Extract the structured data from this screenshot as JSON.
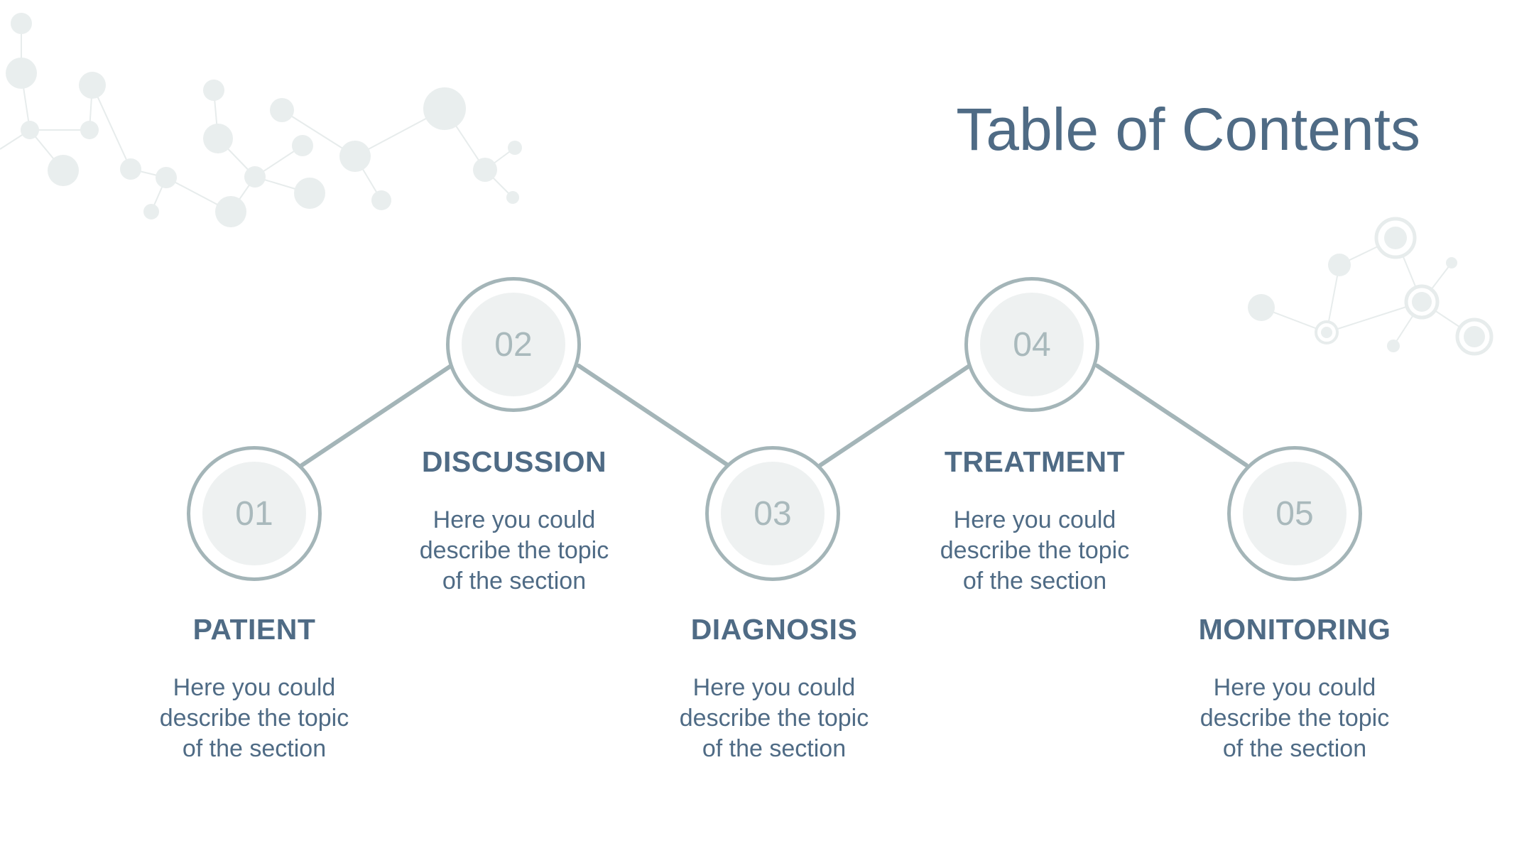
{
  "slide": {
    "title": "Table of Contents",
    "sections": [
      {
        "number": "01",
        "heading": "PATIENT",
        "description": "Here you could describe the topic of the section"
      },
      {
        "number": "02",
        "heading": "DISCUSSION",
        "description": "Here you could describe the topic of the section"
      },
      {
        "number": "03",
        "heading": "DIAGNOSIS",
        "description": "Here you could describe the topic of the section"
      },
      {
        "number": "04",
        "heading": "TREATMENT",
        "description": "Here you could describe the topic of the section"
      },
      {
        "number": "05",
        "heading": "MONITORING",
        "description": "Here you could describe the topic of the section"
      }
    ]
  },
  "colors": {
    "title": "#4f6b85",
    "text": "#4f6b85",
    "circle_border": "#a4b5b8",
    "circle_fill": "#eef1f1",
    "number": "#a9b9bc",
    "decoration": "#e9eeee"
  },
  "icons": [
    "molecule-decoration-top-left",
    "molecule-decoration-right"
  ]
}
